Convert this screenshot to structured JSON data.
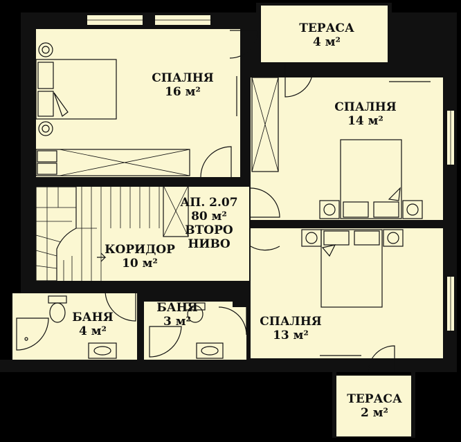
{
  "rooms": {
    "bedroom_a": {
      "name": "СПАЛНЯ",
      "area": "16 м²"
    },
    "terrace_top": {
      "name": "ТЕРАСА",
      "area": "4 м²"
    },
    "bedroom_b": {
      "name": "СПАЛНЯ",
      "area": "14 м²"
    },
    "apartment": {
      "id": "АП. 2.07",
      "area": "80 м²",
      "level_1": "ВТОРО",
      "level_2": "НИВО"
    },
    "corridor": {
      "name": "КОРИДОР",
      "area": "10 м²"
    },
    "bath_a": {
      "name": "БАНЯ",
      "area": "4 м²"
    },
    "bath_b": {
      "name": "БАНЯ",
      "area": "3 м²"
    },
    "bedroom_c": {
      "name": "СПАЛНЯ",
      "area": "13 м²"
    },
    "terrace_bottom": {
      "name": "ТЕРАСА",
      "area": "2 м²"
    }
  },
  "colors": {
    "floor": "#fbf7d2",
    "wall": "#111111",
    "background": "#000000"
  }
}
